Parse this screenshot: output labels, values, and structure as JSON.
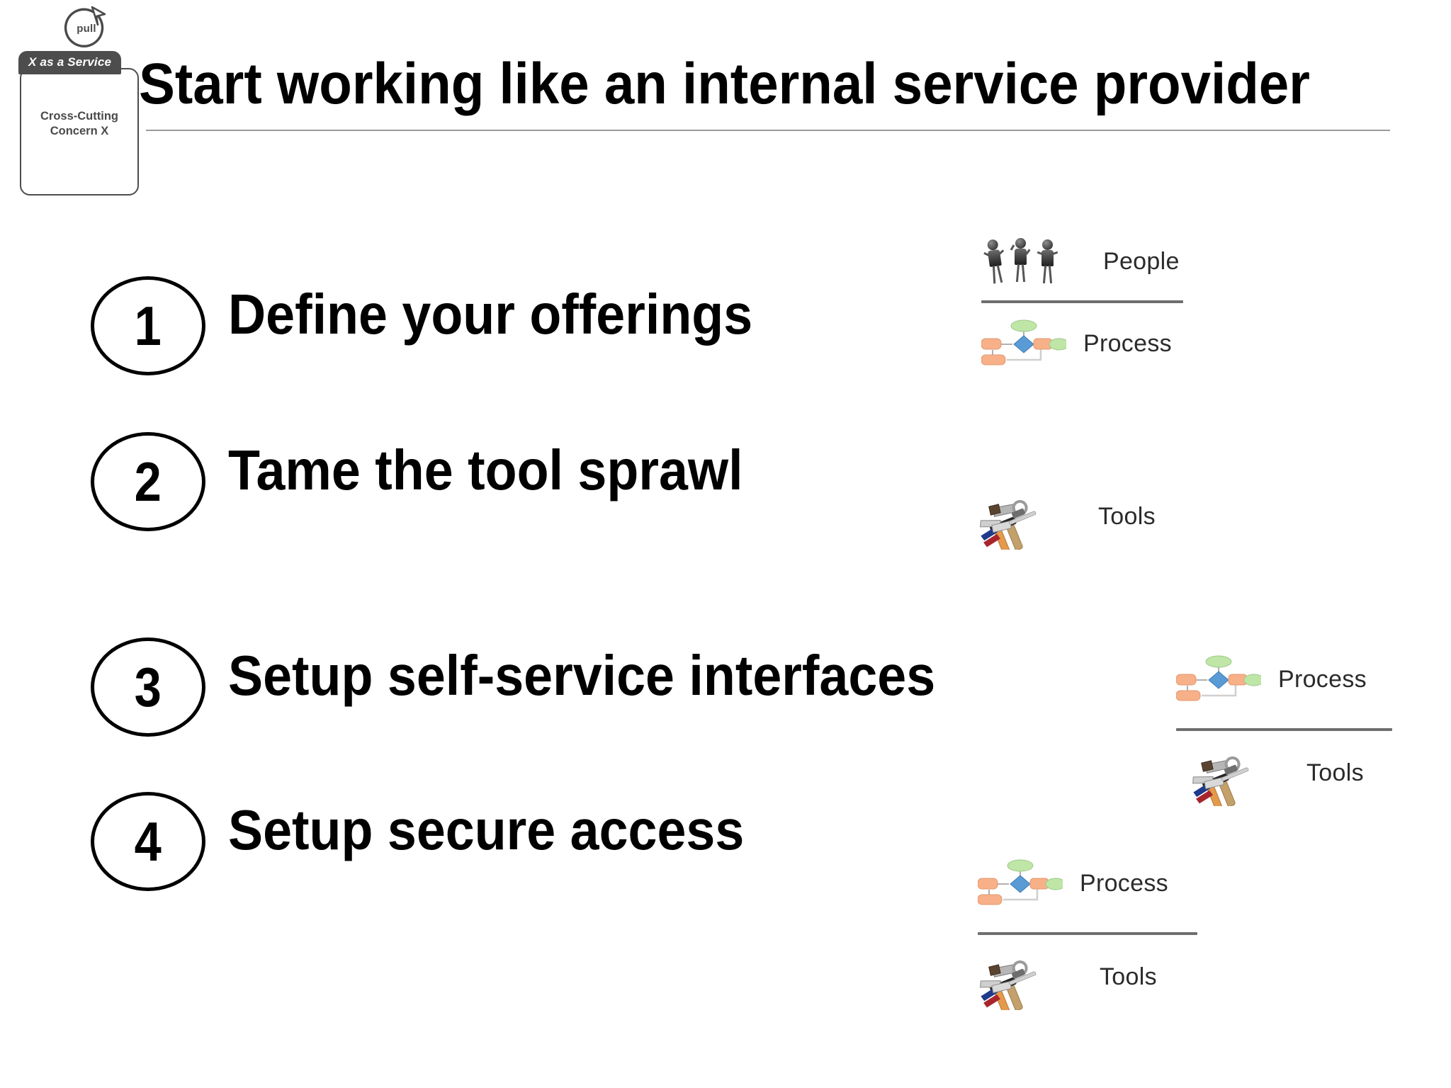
{
  "slide": {
    "title": "Start working like an internal service provider",
    "background_color": "#ffffff",
    "accent_dark": "#4d4d4d",
    "rule_color": "#9a9a9a"
  },
  "badge": {
    "pull_label": "pull",
    "card_header": "X as a Service",
    "card_body_line1": "Cross-Cutting",
    "card_body_line2": "Concern X"
  },
  "steps": [
    {
      "number": "1",
      "label": "Define your offerings"
    },
    {
      "number": "2",
      "label": "Tame the tool sprawl"
    },
    {
      "number": "3",
      "label": "Setup self-service interfaces"
    },
    {
      "number": "4",
      "label": "Setup secure access"
    }
  ],
  "icon_groups": [
    {
      "step": "1",
      "items": [
        {
          "icon": "people-icon",
          "label": "People"
        },
        {
          "icon": "process-icon",
          "label": "Process"
        }
      ]
    },
    {
      "step": "2",
      "items": [
        {
          "icon": "tools-icon",
          "label": "Tools"
        }
      ]
    },
    {
      "step": "3",
      "items": [
        {
          "icon": "process-icon",
          "label": "Process"
        },
        {
          "icon": "tools-icon",
          "label": "Tools"
        }
      ]
    },
    {
      "step": "4",
      "items": [
        {
          "icon": "process-icon",
          "label": "Process"
        },
        {
          "icon": "tools-icon",
          "label": "Tools"
        }
      ]
    }
  ],
  "palette": {
    "process_start": "#b9e6a0",
    "process_decision": "#5b9bd5",
    "process_task": "#f8b088",
    "connector": "#b0b0b0",
    "people_dark": "#3a3a3a",
    "separator": "#6e6e6e"
  }
}
